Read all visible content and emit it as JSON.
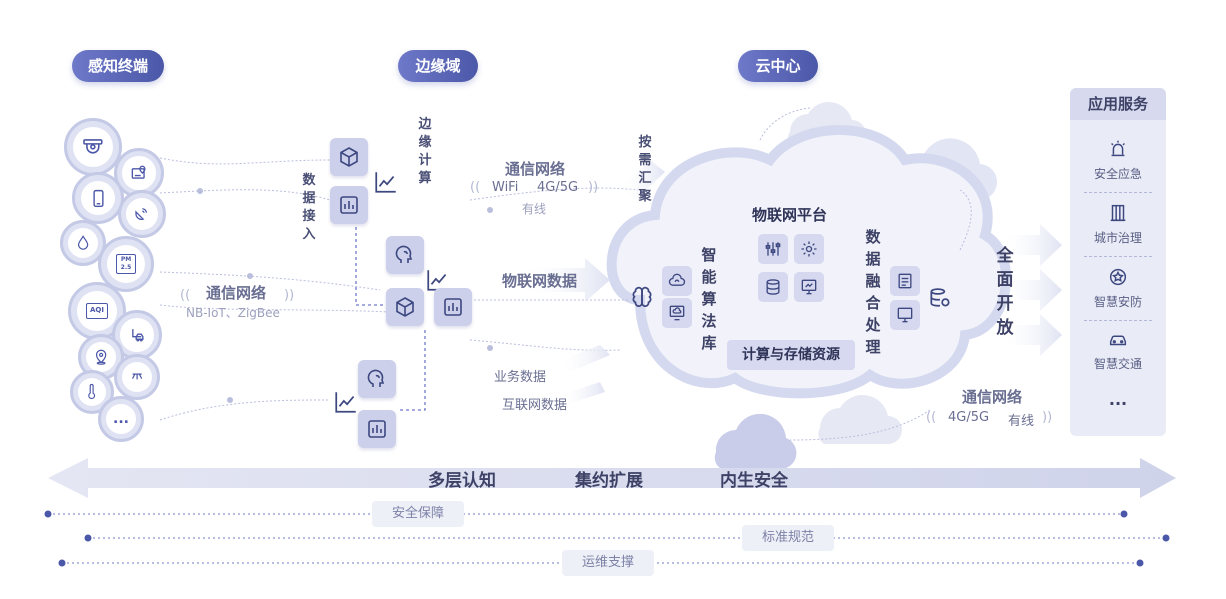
{
  "headers": {
    "perception": "感知终端",
    "edge": "边缘域",
    "cloud": "云中心"
  },
  "edge": {
    "data_access": "数据接入",
    "edge_compute": "边缘计算"
  },
  "network_top": {
    "title": "通信网络",
    "wifi": "WiFi",
    "g45": "4G/5G",
    "wired": "有线"
  },
  "network_left": {
    "title": "通信网络",
    "protocols": "NB-IoT、ZigBee"
  },
  "flows": {
    "on_demand": "按需汇聚",
    "iot_data": "物联网数据",
    "business_data": "业务数据",
    "internet_data": "互联网数据"
  },
  "cloud": {
    "platform": "物联网平台",
    "algo_lib": "智能算法库",
    "fusion": "数据融合处理",
    "compute_storage": "计算与存储资源"
  },
  "open": "全面开放",
  "network_right": {
    "title": "通信网络",
    "g45": "4G/5G",
    "wired": "有线"
  },
  "services": {
    "title": "应用服务",
    "items": [
      {
        "label": "安全应急",
        "icon": "alarm-icon"
      },
      {
        "label": "城市治理",
        "icon": "building-icon"
      },
      {
        "label": "智慧安防",
        "icon": "shield-star-icon"
      },
      {
        "label": "智慧交通",
        "icon": "car-icon"
      }
    ],
    "more": "..."
  },
  "principles": [
    "多层认知",
    "集约扩展",
    "内生安全"
  ],
  "foundations": [
    "安全保障",
    "标准规范",
    "运维支撑"
  ],
  "sensors_more": "...",
  "sensor_labels": {
    "pm": "PM 2.5",
    "aqi": "AQI"
  },
  "colors": {
    "accent": "#4b57a8",
    "tile": "#ccd0ea",
    "cloud_fill": "#eef0f8",
    "cloud_border": "#d3d7ee"
  }
}
